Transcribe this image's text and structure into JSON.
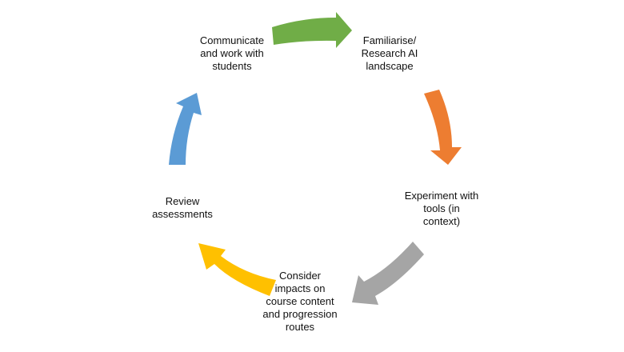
{
  "steps": [
    {
      "id": "familiarise",
      "lines": [
        "Familiarise/",
        "Research AI",
        "landscape"
      ],
      "color": "#ED7D31"
    },
    {
      "id": "experiment",
      "lines": [
        "Experiment with",
        "tools (in",
        "context)"
      ],
      "color": "#A5A5A5"
    },
    {
      "id": "consider",
      "lines": [
        "Consider",
        "impacts on",
        "course content",
        "and progression",
        "routes"
      ],
      "color": "#FFC000"
    },
    {
      "id": "review",
      "lines": [
        "Review",
        "assessments"
      ],
      "color": "#5B9BD5"
    },
    {
      "id": "communicate",
      "lines": [
        "Communicate",
        "and work with",
        "students"
      ],
      "color": "#70AD47"
    }
  ]
}
